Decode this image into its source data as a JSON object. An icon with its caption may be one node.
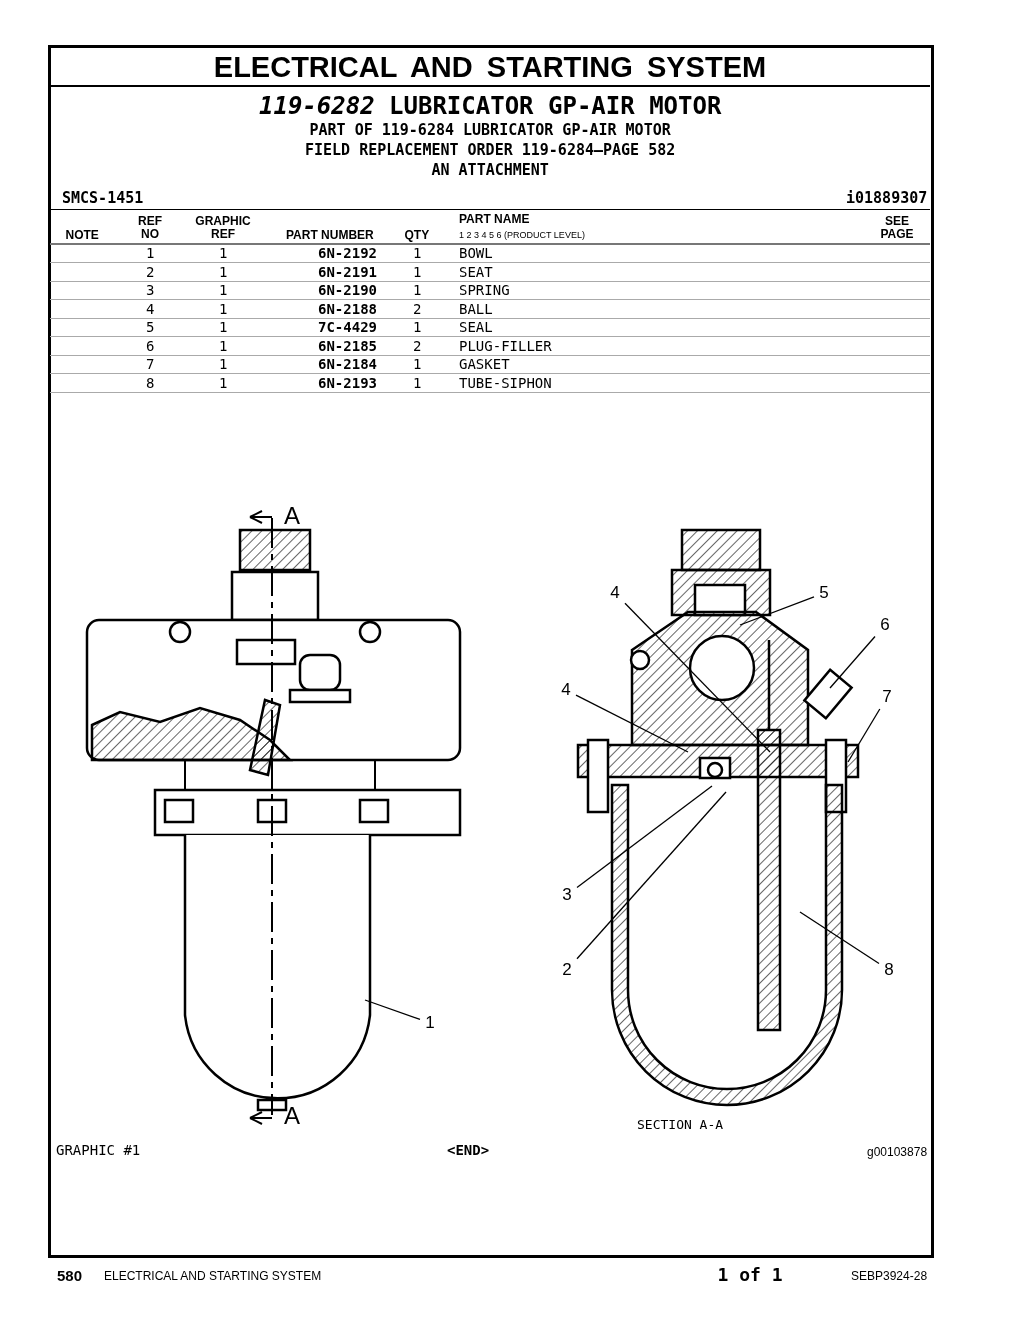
{
  "diagram": {
    "title": "ELECTRICAL AND STARTING SYSTEM",
    "nodes": [
      {
        "text": [
          "1"
        ]
      },
      {
        "text": [
          "4"
        ]
      },
      {
        "text": [
          "5"
        ]
      },
      {
        "text": [
          "6"
        ]
      },
      {
        "text": [
          "7"
        ]
      },
      {
        "text": [
          "4"
        ]
      },
      {
        "text": [
          "3"
        ]
      },
      {
        "text": [
          "2"
        ]
      },
      {
        "text": [
          "8"
        ]
      }
    ],
    "edges": [
      {
        "from": 0,
        "to": null,
        "arrow": "none"
      },
      {
        "from": 1,
        "to": null,
        "arrow": "none"
      },
      {
        "from": 2,
        "to": null,
        "arrow": "none"
      },
      {
        "from": 3,
        "to": null,
        "arrow": "none"
      },
      {
        "from": 4,
        "to": null,
        "arrow": "none"
      },
      {
        "from": 5,
        "to": null,
        "arrow": "none"
      },
      {
        "from": 6,
        "to": null,
        "arrow": "none"
      },
      {
        "from": 7,
        "to": null,
        "arrow": "none"
      },
      {
        "from": 8,
        "to": null,
        "arrow": "none"
      }
    ],
    "labels": [
      "*119-6282* LUBRICATOR GP-AIR MOTOR",
      "PART OF 119-6284 LUBRICATOR GP-AIR MOTOR",
      "FIELD REPLACEMENT ORDER 119-6284—PAGE 582",
      "AN ATTACHMENT",
      "SMCS-1451",
      "i01889307",
      "NOTE",
      "REF NO",
      "GRAPHIC REF",
      "PART NUMBER",
      "QTY",
      "PART NAME",
      "1 2 3 4 5 6 (PRODUCT LEVEL)",
      "SEE PAGE",
      "1",
      "1",
      "6N-2192",
      "1",
      "BOWL",
      "2",
      "1",
      "6N-2191",
      "1",
      "SEAT",
      "3",
      "1",
      "6N-2190",
      "1",
      "SPRING",
      "4",
      "1",
      "6N-2188",
      "2",
      "BALL",
      "5",
      "1",
      "7C-4429",
      "1",
      "SEAL",
      "6",
      "1",
      "6N-2185",
      "2",
      "PLUG-FILLER",
      "7",
      "1",
      "6N-2184",
      "1",
      "GASKET",
      "8",
      "1",
      "6N-2193",
      "1",
      "TUBE-SIPHON",
      "A",
      "A",
      "SECTION A-A",
      "GRAPHIC #1",
      "<END>",
      "g00103878",
      "580",
      "ELECTRICAL AND STARTING SYSTEM",
      "1 of 1",
      "SEBP3924-28"
    ]
  }
}
